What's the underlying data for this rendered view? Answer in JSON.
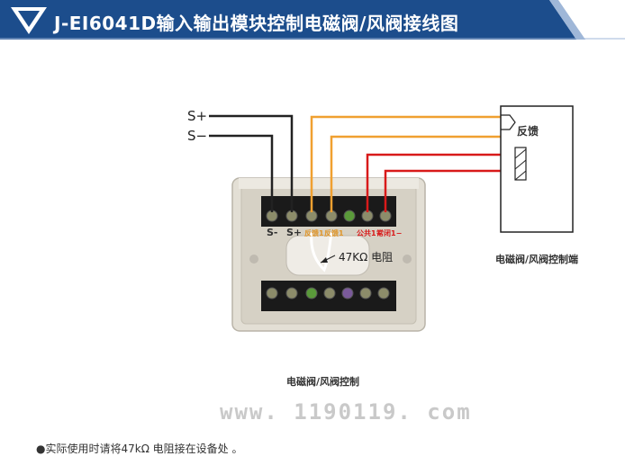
{
  "header": {
    "title": "J-EI6041D输入输出模块控制电磁阀/风阀接线图"
  },
  "wires": {
    "s_plus": "S+",
    "s_minus": "S−"
  },
  "module": {
    "terminal_s_minus": "S-",
    "terminal_s_plus": "S+",
    "terminal_feedback_1": "反馈1",
    "terminal_feedback_2": "反馈1",
    "terminal_common": "公共1+",
    "terminal_nc": "常闭1−",
    "resistor_label": "47KΩ 电阻",
    "caption": "电磁阀/风阀控制"
  },
  "valve": {
    "feedback_label": "反馈",
    "caption": "电磁阀/风阀控制端"
  },
  "watermark": "www. 1190119. com",
  "footnote": "●实际使用时请将47kΩ 电阻接在设备处 。",
  "colors": {
    "header_blue": "#1c4d8c",
    "wire_black": "#222222",
    "wire_orange": "#f0a030",
    "wire_red": "#d81a1a",
    "housing": "#d9d4c8"
  }
}
